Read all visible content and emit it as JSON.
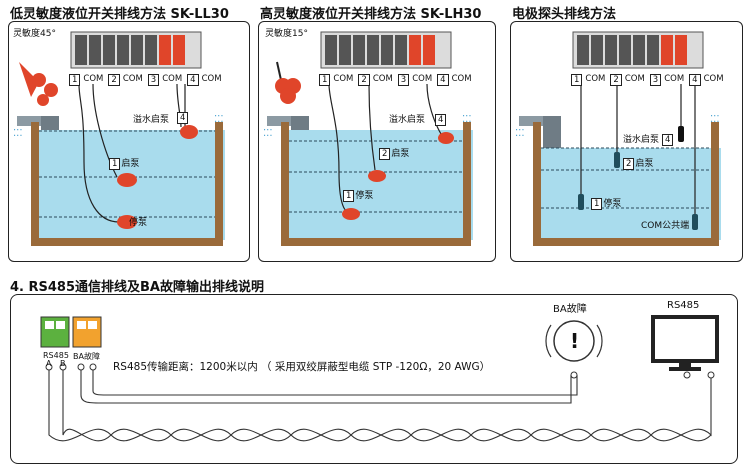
{
  "section_titles": {
    "low": "低灵敏度液位开关排线方法 SK-LL30",
    "high": "高灵敏度液位开关排线方法 SK-LH30",
    "probe": "电极探头排线方法",
    "rs485": "4. RS485通信排线及BA故障输出排线说明"
  },
  "panel_low": {
    "sensitivity": "灵敏度45°",
    "terminals": [
      "1",
      "COM",
      "2",
      "COM",
      "3",
      "COM",
      "4",
      "COM"
    ],
    "labels": {
      "overflow": "溢水启泵",
      "overflow_num": "4",
      "start_num": "1",
      "start": "启泵",
      "stop": "停泵"
    }
  },
  "panel_high": {
    "sensitivity": "灵敏度15°",
    "terminals": [
      "1",
      "COM",
      "2",
      "COM",
      "3",
      "COM",
      "4",
      "COM"
    ],
    "labels": {
      "overflow": "溢水启泵",
      "overflow_num": "4",
      "start_num": "2",
      "start": "启泵",
      "stop_num": "1",
      "stop": "停泵"
    }
  },
  "panel_probe": {
    "terminals": [
      "1",
      "COM",
      "2",
      "COM",
      "3",
      "COM",
      "4",
      "COM"
    ],
    "labels": {
      "overflow": "溢水启泵",
      "overflow_num": "4",
      "start_num": "2",
      "start": "启泵",
      "stop_num": "1",
      "stop": "停泵",
      "common": "COM公共端"
    }
  },
  "rs485_panel": {
    "terminal_labels": {
      "rs485": "RS485",
      "a": "A",
      "b": "B",
      "ba": "BA故障"
    },
    "distance_text": "RS485传输距离：1200米以内 （ 采用双绞屏蔽型电缆 STP -120Ω，20 AWG）",
    "ba_label": "BA故障",
    "rs485_label": "RS485",
    "alarm_glyph": "!"
  },
  "colors": {
    "water": "#a9dced",
    "wall": "#9a6a3a",
    "pipe": "#8c9aa3",
    "terminal_red": "#e0452a",
    "terminal_gray": "#555555",
    "float_red": "#e0452a",
    "terminal_green": "#5cb13f",
    "terminal_orange": "#f2a22e"
  }
}
